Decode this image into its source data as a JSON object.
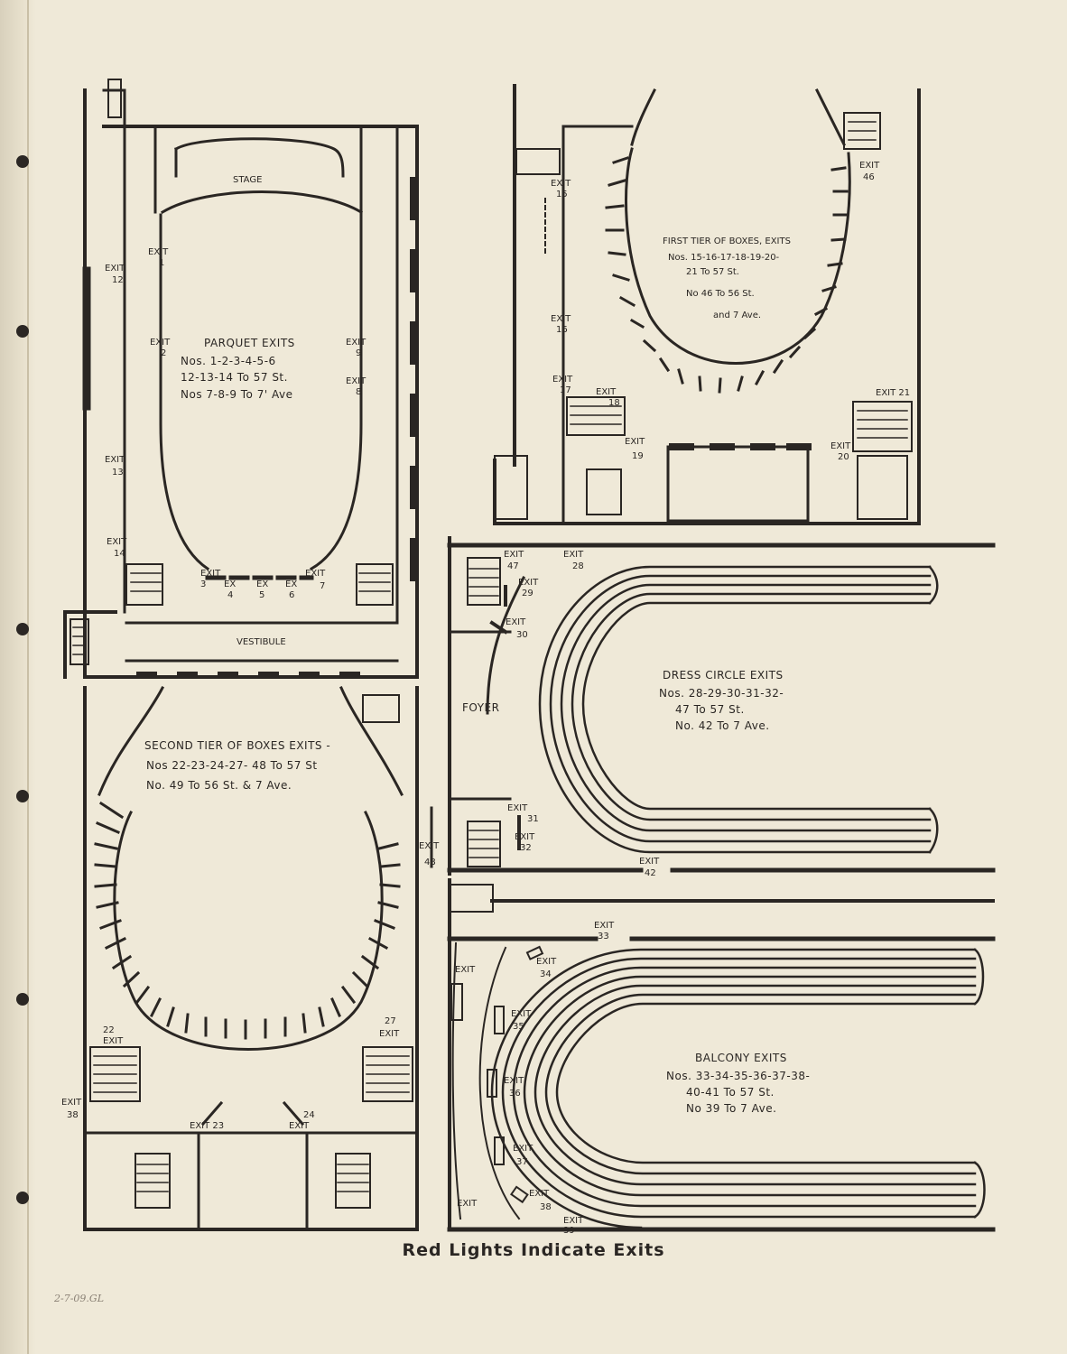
{
  "caption": "Red Lights Indicate Exits",
  "handwritten_note": "2-7-09.GL",
  "colors": {
    "paper": "#efe9d8",
    "ink": "#2a2623"
  },
  "parquet": {
    "stage": "STAGE",
    "vestibule": "VESTIBULE",
    "title": "PARQUET EXITS",
    "lines": [
      "Nos. 1-2-3-4-5-6",
      "12-13-14 To 57 St.",
      "Nos 7-8-9 To 7' Ave"
    ],
    "exits": {
      "e1": [
        "EXIT",
        "1"
      ],
      "e2": [
        "EXIT",
        "2"
      ],
      "e3": [
        "EXIT",
        "3"
      ],
      "e4": [
        "EX",
        "4"
      ],
      "e5": [
        "EX",
        "5"
      ],
      "e6": [
        "EX",
        "6"
      ],
      "e7": [
        "EXIT",
        "7"
      ],
      "e8": [
        "EXIT",
        "8"
      ],
      "e9": [
        "EXIT",
        "9"
      ],
      "e12": [
        "EXIT",
        "12"
      ],
      "e13": [
        "EXIT",
        "13"
      ],
      "e14": [
        "EXIT",
        "14"
      ]
    }
  },
  "first_tier": {
    "title": "FIRST TIER OF BOXES, EXITS",
    "lines": [
      "Nos. 15-16-17-18-19-20-",
      "21 To 57 St.",
      "No 46 To 56 St.",
      "and 7 Ave."
    ],
    "exits": {
      "e15": [
        "EXIT",
        "15"
      ],
      "e16": [
        "EXIT",
        "16"
      ],
      "e17": [
        "EXIT",
        "17"
      ],
      "e18": [
        "EXIT",
        "18"
      ],
      "e19": [
        "EXIT",
        "19"
      ],
      "e20": [
        "EXIT",
        "20"
      ],
      "e21": "EXIT 21",
      "e46": [
        "EXIT",
        "46"
      ]
    }
  },
  "second_tier": {
    "title": "SECOND TIER OF BOXES EXITS -",
    "lines": [
      "Nos 22-23-24-27- 48 To 57 St",
      "No. 49 To 56 St. & 7 Ave."
    ],
    "exits": {
      "e22": [
        "22",
        "EXIT"
      ],
      "e23": "EXIT 23",
      "e24": [
        "24",
        "EXIT"
      ],
      "e27": [
        "27",
        "EXIT"
      ],
      "e38": [
        "EXIT",
        "38"
      ],
      "e48": [
        "EXIT",
        "48"
      ]
    }
  },
  "dress_circle": {
    "foyer": "FOYER",
    "title": "DRESS CIRCLE EXITS",
    "lines": [
      "Nos. 28-29-30-31-32-",
      "47 To 57 St.",
      "No. 42 To 7 Ave."
    ],
    "exits": {
      "e47": [
        "EXIT",
        "47"
      ],
      "e28": [
        "EXIT",
        "28"
      ],
      "e29": [
        "EXIT",
        "29"
      ],
      "e30": [
        "EXIT",
        "30"
      ],
      "e31": [
        "EXIT",
        "31"
      ],
      "e32": [
        "EXIT",
        "32"
      ],
      "e42": [
        "EXIT",
        "42"
      ]
    }
  },
  "balcony": {
    "title": "BALCONY EXITS",
    "lines": [
      "Nos. 33-34-35-36-37-38-",
      "40-41 To 57 St.",
      "No 39 To 7 Ave."
    ],
    "exits": {
      "e33": [
        "EXIT",
        "33"
      ],
      "e34": [
        "EXIT",
        "34"
      ],
      "e35": [
        "EXIT",
        "35"
      ],
      "e36": [
        "EXIT",
        "36"
      ],
      "e37": [
        "EXIT",
        "37"
      ],
      "e38": [
        "EXIT",
        "38"
      ],
      "e39": [
        "EXIT",
        "39"
      ],
      "e40": "EXIT",
      "e41": "EXIT"
    }
  }
}
